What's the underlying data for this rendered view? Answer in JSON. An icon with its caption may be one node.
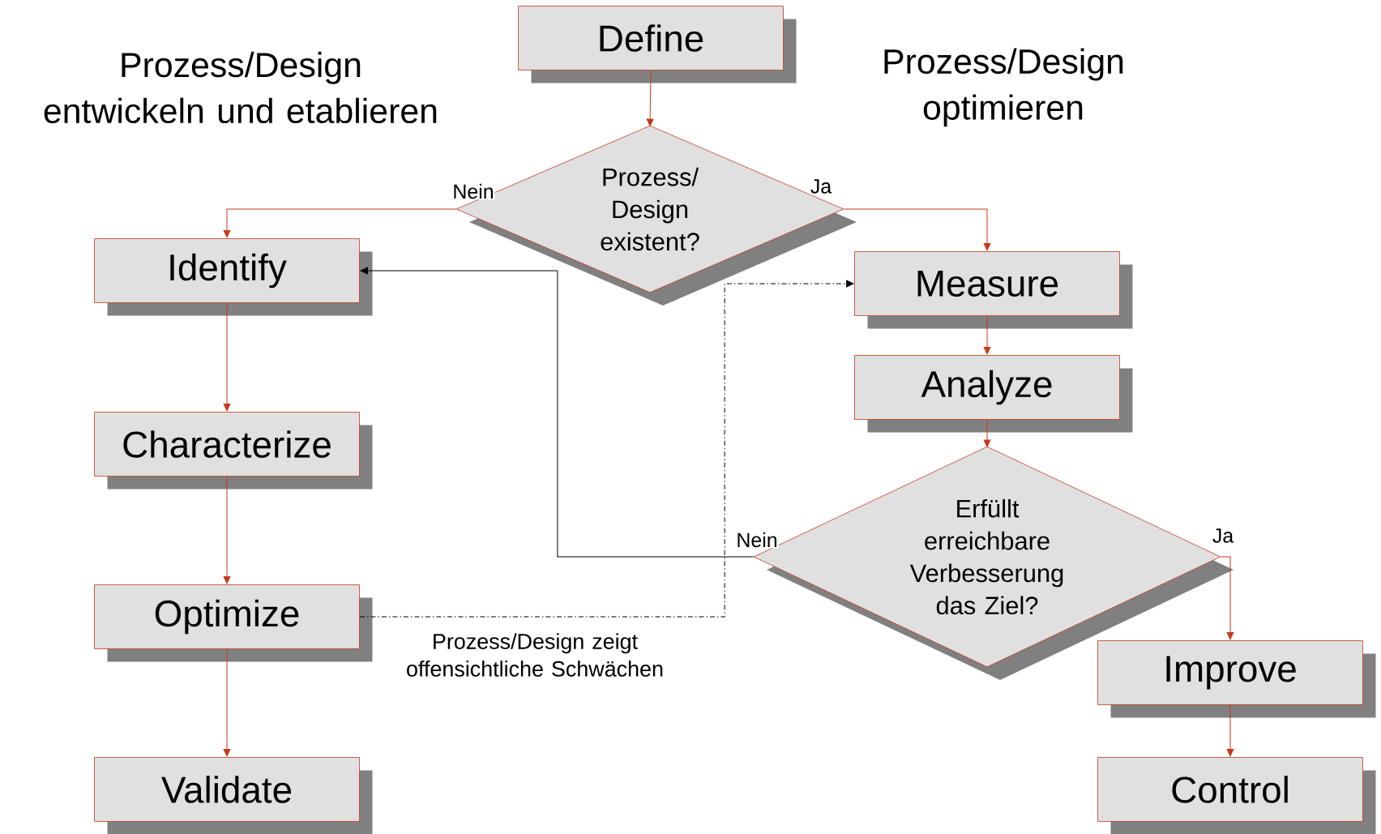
{
  "diagram": {
    "nodes": [
      {
        "text": [
          "Define"
        ]
      },
      {
        "text": [
          "Prozess/ Design existent?"
        ]
      },
      {
        "text": [
          "Identify"
        ]
      },
      {
        "text": [
          "Characterize"
        ]
      },
      {
        "text": [
          "Optimize"
        ]
      },
      {
        "text": [
          "Validate"
        ]
      },
      {
        "text": [
          "Measure"
        ]
      },
      {
        "text": [
          "Analyze"
        ]
      },
      {
        "text": [
          "Erfüllt erreichbare Verbesserung das Ziel?"
        ]
      },
      {
        "text": [
          "Improve"
        ]
      },
      {
        "text": [
          "Control"
        ]
      }
    ],
    "edges": [
      {
        "from": 0,
        "to": 1,
        "arrow": "to"
      },
      {
        "from": 1,
        "to": 2,
        "arrow": "to",
        "label": "Nein"
      },
      {
        "from": 1,
        "to": 6,
        "arrow": "to",
        "label": "Ja"
      },
      {
        "from": 2,
        "to": 3,
        "arrow": "to"
      },
      {
        "from": 3,
        "to": 4,
        "arrow": "to"
      },
      {
        "from": 4,
        "to": 5,
        "arrow": "to"
      },
      {
        "from": 6,
        "to": 7,
        "arrow": "to"
      },
      {
        "from": 7,
        "to": 8,
        "arrow": "to"
      },
      {
        "from": 8,
        "to": 2,
        "arrow": "to",
        "label": "Nein",
        "color": "#000000"
      },
      {
        "from": 8,
        "to": 9,
        "arrow": "to",
        "label": "Ja"
      },
      {
        "from": 9,
        "to": 10,
        "arrow": "to"
      },
      {
        "from": 4,
        "to": 6,
        "arrow": "to",
        "label": "Prozess/Design zeigt offensichtliche Schwächen",
        "style": "dashed",
        "color": "#000000"
      }
    ],
    "labels": [
      "Prozess/Design entwickeln und etablieren",
      "Prozess/Design optimieren"
    ]
  }
}
